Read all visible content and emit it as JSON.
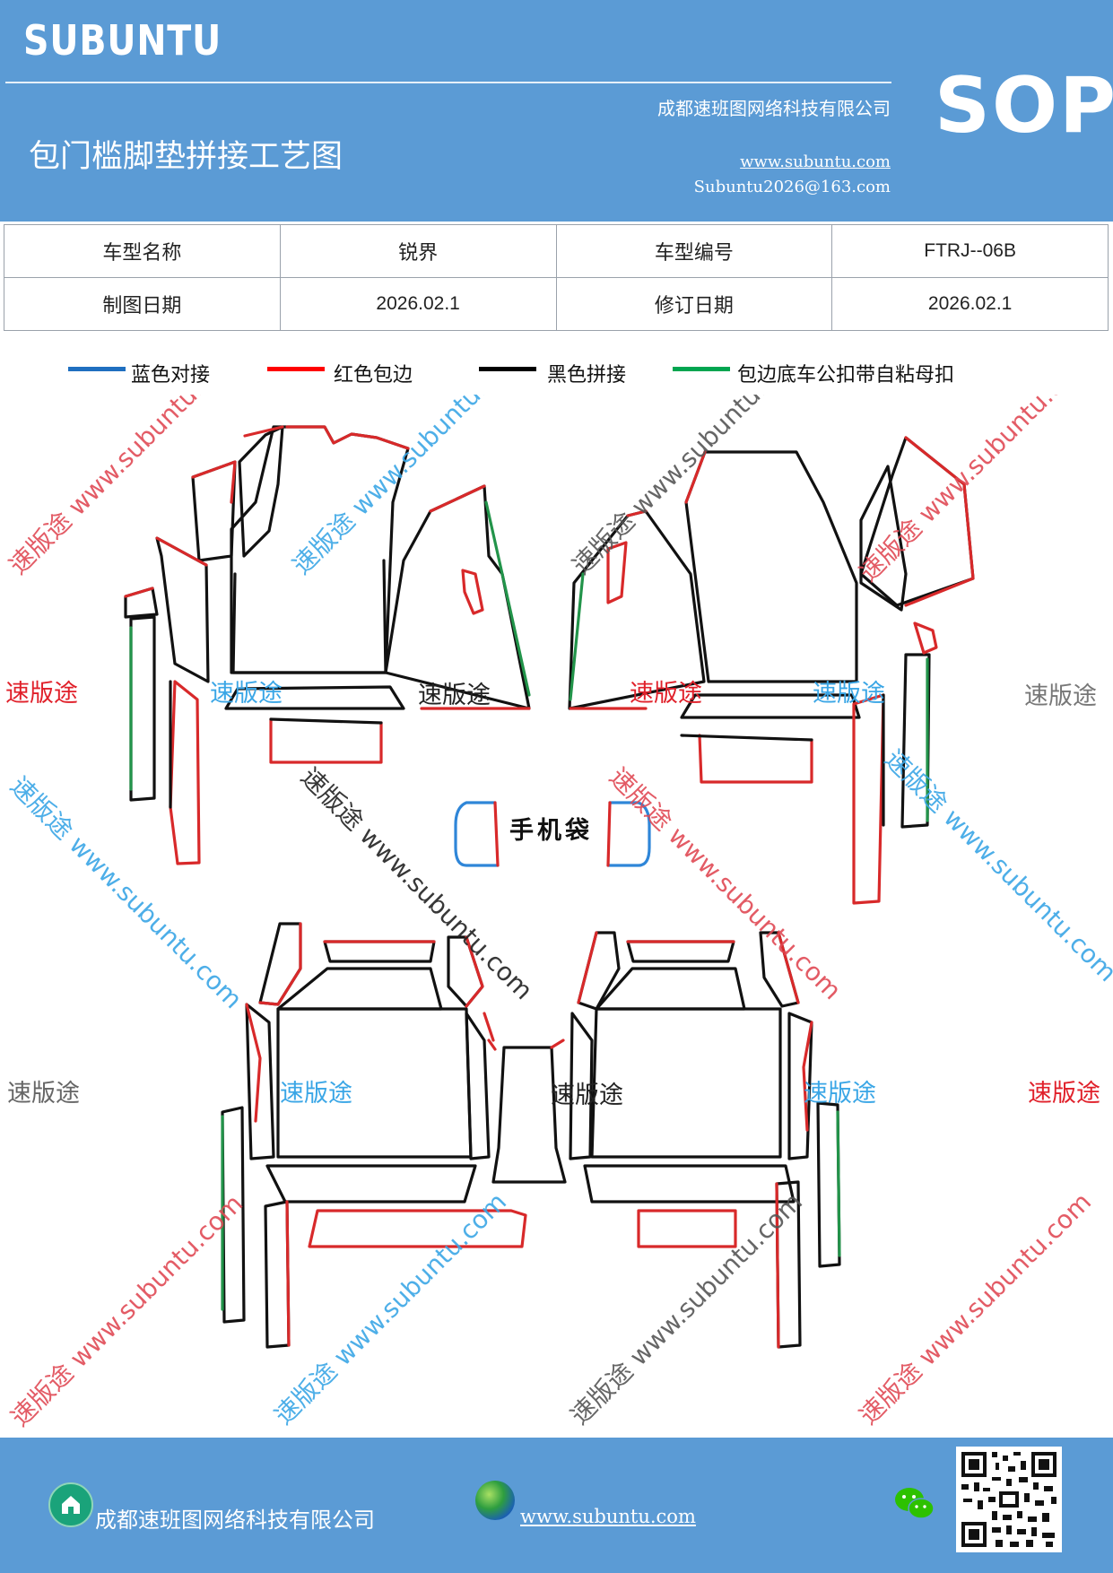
{
  "header": {
    "brand": "SUBUNTU",
    "title": "包门槛脚垫拼接工艺图",
    "company": "成都速班图网络科技有限公司",
    "website": "www.subuntu.com",
    "email": "Subuntu2026@163.com",
    "badge": "SOP"
  },
  "info_table": {
    "rows": [
      [
        "车型名称",
        "锐界",
        "车型编号",
        "FTRJ--06B"
      ],
      [
        "制图日期",
        "2026.02.1",
        "修订日期",
        "2026.02.1"
      ]
    ]
  },
  "legend": [
    {
      "label": "蓝色对接",
      "color": "#1f6fc0"
    },
    {
      "label": "红色包边",
      "color": "#ff0000"
    },
    {
      "label": "黑色拼接",
      "color": "#000000"
    },
    {
      "label": "包边底车公扣带自粘母扣",
      "color": "#00a550"
    }
  ],
  "drawing": {
    "phone_pocket_label": "手机袋",
    "watermark_brand": "速版途",
    "watermark_full": "速版途 www.subuntu.com",
    "watermark_url": "www.subuntu.com",
    "outline_colors": {
      "black": "#111111",
      "red": "#d8292a",
      "green": "#22944a",
      "blue": "#2f86d8"
    }
  },
  "footer": {
    "company": "成都速班图网络科技有限公司",
    "website": "www.subuntu.com"
  }
}
